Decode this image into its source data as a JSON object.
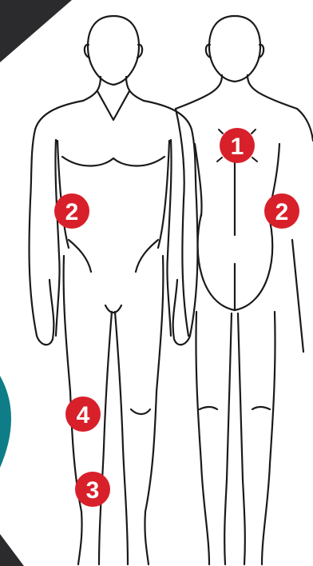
{
  "colors": {
    "background": "#ffffff",
    "dark_corner": "#2b2b2d",
    "teal_arc": "#0e7d87",
    "marker_fill": "#d8202a",
    "marker_text": "#ffffff",
    "outline": "#1a1a1a"
  },
  "figures": [
    {
      "view": "front"
    },
    {
      "view": "back"
    }
  ],
  "markers": [
    {
      "id": "upper-back",
      "label": "1",
      "view": "back",
      "has_rays": true
    },
    {
      "id": "left-arm",
      "label": "2",
      "view": "front",
      "has_rays": false
    },
    {
      "id": "right-arm",
      "label": "2",
      "view": "back",
      "has_rays": false
    },
    {
      "id": "thigh",
      "label": "4",
      "view": "front",
      "has_rays": false
    },
    {
      "id": "knee",
      "label": "3",
      "view": "front",
      "has_rays": false
    }
  ]
}
